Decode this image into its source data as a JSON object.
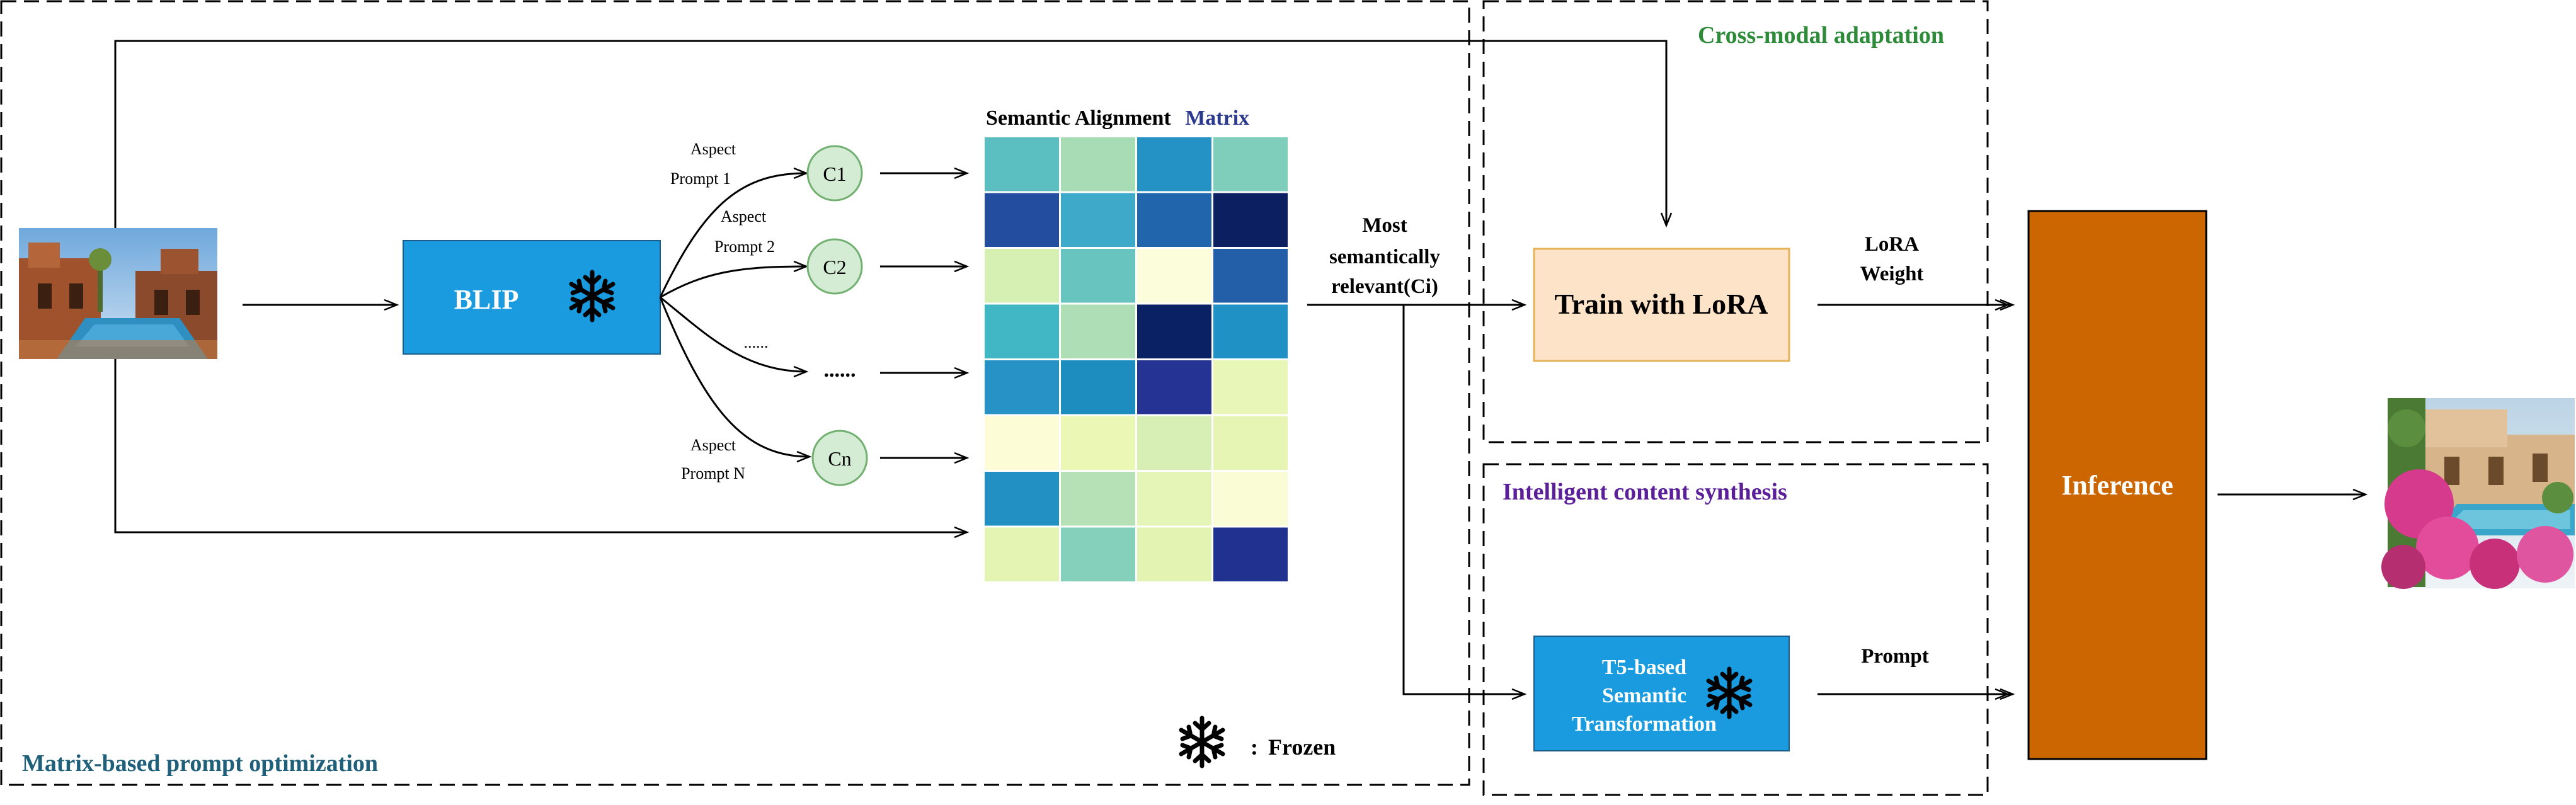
{
  "regions": {
    "left_label": "Matrix-based prompt optimization",
    "top_right_label": "Cross-modal adaptation",
    "bottom_right_label": "Intelligent content synthesis"
  },
  "colors": {
    "left_label": "#1f5f7a",
    "top_right_label": "#2e8b3a",
    "bottom_right_label": "#5b1f9a",
    "blip_fill": "#1a9be0",
    "lora_fill": "#fde3c8",
    "lora_border": "#e6b35a",
    "t5_fill": "#1a9be0",
    "inference_fill": "#cc6600",
    "caption_circle_fill": "#d4ecd4",
    "caption_circle_border": "#72b072"
  },
  "blip": {
    "label": "BLIP",
    "icon": "snowflake-icon"
  },
  "aspect_prompts": [
    {
      "line1": "Aspect",
      "line2": "Prompt 1"
    },
    {
      "line1": "Aspect",
      "line2": "Prompt 2"
    },
    {
      "line1": "Aspect",
      "line2": "Prompt N"
    }
  ],
  "captions": [
    "C1",
    "C2",
    "Cn"
  ],
  "ellipsis": {
    "small": "......",
    "large": "......"
  },
  "matrix": {
    "title_a": "Semantic Alignment",
    "title_b": "Matrix",
    "rows": 8,
    "cols": 4,
    "cell_colors": [
      [
        "#5bbfc1",
        "#a8dcb5",
        "#2592c6",
        "#7fcdbb"
      ],
      [
        "#234ea0",
        "#3ea9c9",
        "#2166ac",
        "#0c1f61"
      ],
      [
        "#d6efb3",
        "#68c4be",
        "#fcfddb",
        "#225fa8"
      ],
      [
        "#41b6c4",
        "#addeb6",
        "#0a2263",
        "#2091c4"
      ],
      [
        "#2692c5",
        "#1d8dbf",
        "#253494",
        "#e8f6b7"
      ],
      [
        "#fcfdd6",
        "#ebf7b5",
        "#d7efb4",
        "#e6f5b4"
      ],
      [
        "#2290c3",
        "#b6e1b7",
        "#e5f5b7",
        "#f9fcd4"
      ],
      [
        "#e4f4b3",
        "#84d0ba",
        "#e2f3b2",
        "#213190"
      ]
    ]
  },
  "most_relevant": {
    "line1": "Most",
    "line2": "semantically",
    "line3": "relevant(Ci)"
  },
  "lora_box": {
    "label": "Train with LoRA"
  },
  "lora_weight": {
    "line1": "LoRA",
    "line2": "Weight"
  },
  "t5_box": {
    "line1": "T5-based",
    "line2": "Semantic",
    "line3": "Transformation",
    "icon": "snowflake-icon"
  },
  "prompt_label": "Prompt",
  "inference": {
    "label": "Inference"
  },
  "legend": {
    "icon": "snowflake-icon",
    "separator": ":",
    "label": "Frozen"
  }
}
